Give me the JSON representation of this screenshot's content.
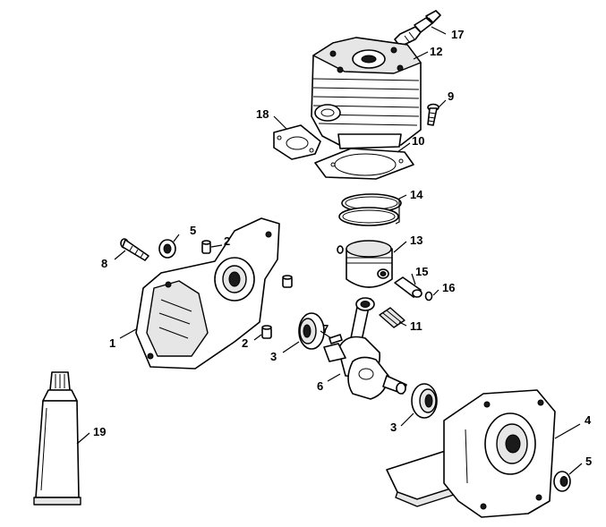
{
  "callouts": {
    "c1": "1",
    "c2a": "2",
    "c2b": "2",
    "c3a": "3",
    "c3b": "3",
    "c4": "4",
    "c5a": "5",
    "c5b": "5",
    "c6": "6",
    "c7": "7",
    "c8": "8",
    "c9": "9",
    "c10": "10",
    "c11": "11",
    "c12": "12",
    "c13": "13",
    "c14": "14",
    "c15": "15",
    "c16": "16",
    "c17": "17",
    "c18": "18",
    "c19": "19"
  }
}
